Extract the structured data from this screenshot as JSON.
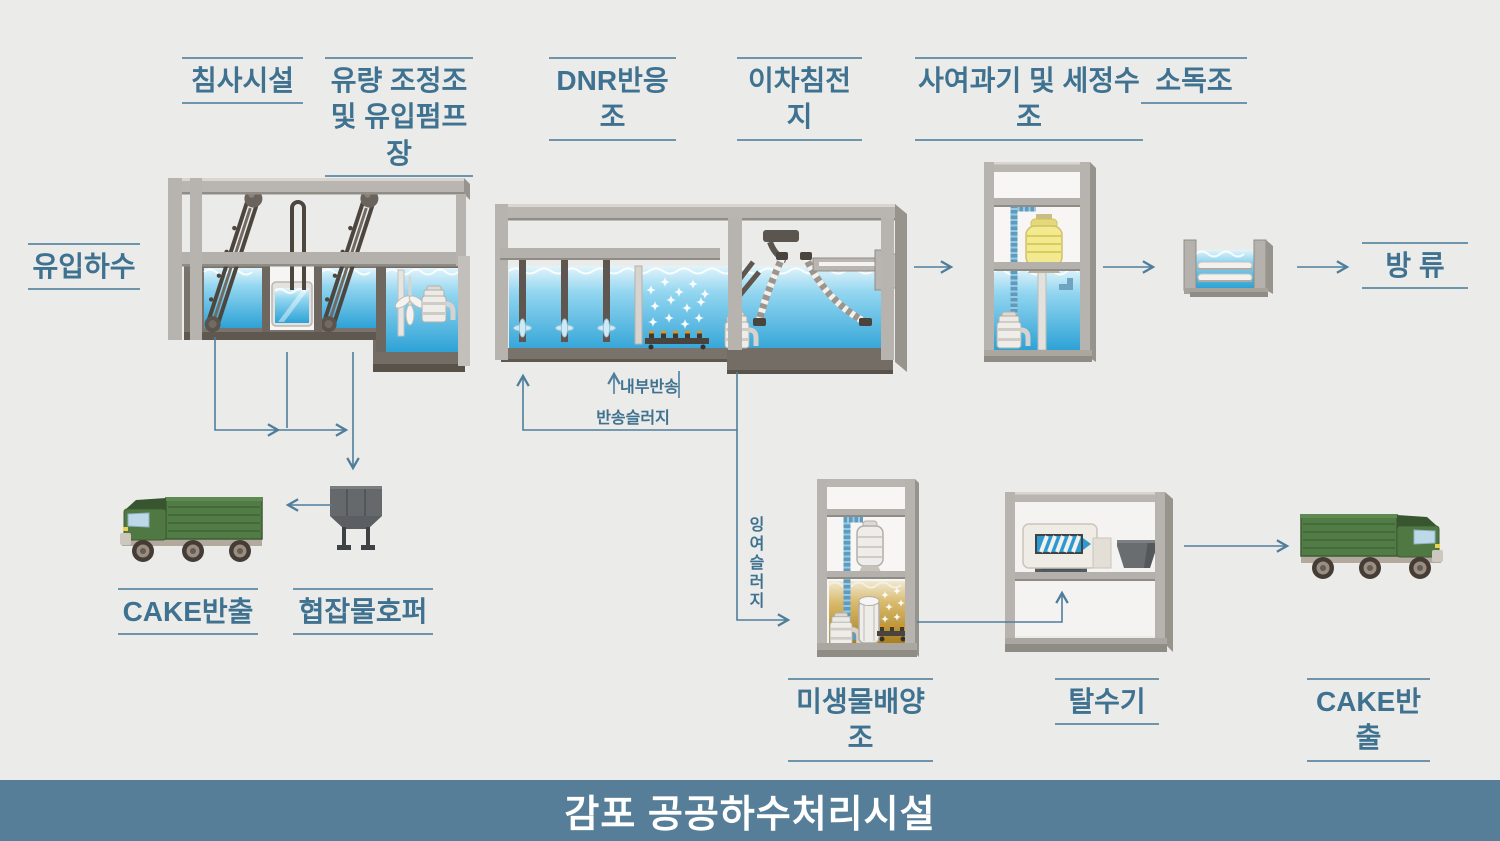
{
  "banner": {
    "title": "감포 공공하수처리시설"
  },
  "stages": {
    "influent": "유입하수",
    "grit": "침사시설",
    "flow_eq": "유량 조정조\n및 유입펌프장",
    "dnr": "DNR반응조",
    "secondary_clarifier": "이차침전지",
    "sand_filter": "사여과기 및 세정수조",
    "disinfection": "소독조",
    "discharge": "방 류",
    "cake_out_left": "CAKE반출",
    "screenings_hopper": "협잡물호퍼",
    "microbe_tank": "미생물배양조",
    "dewatering": "탈수기",
    "cake_out_right": "CAKE반출"
  },
  "flows": {
    "internal_recycle": "내부반송",
    "return_sludge": "반송슬러지",
    "excess_sludge": "잉여슬러지"
  },
  "colors": {
    "bg": "#ebebe9",
    "label_text": "#3f7290",
    "label_line": "#6e95ab",
    "arrow": "#4f7e9c",
    "banner_bg": "#567e99",
    "banner_text": "#ffffff",
    "water_top": "#e2f4fb",
    "water_deep": "#2da2d6",
    "sludge_deep": "#a87f1f",
    "frame_gray": "#b9b5b0",
    "basin_dark": "#7a736c",
    "truck_green": "#527c46",
    "filter_vessel_yellow": "#f3e98e",
    "nozzle_orange": "#e8920f"
  }
}
